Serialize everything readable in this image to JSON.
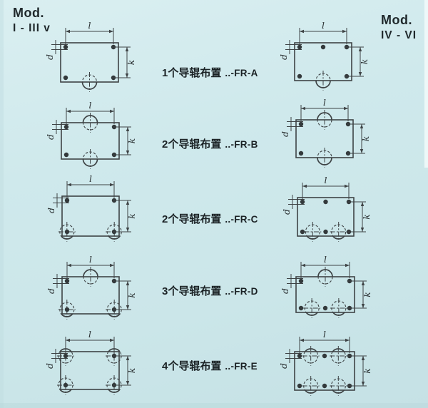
{
  "titles": {
    "left": {
      "brand": "Mod.",
      "range": "I - III v"
    },
    "right": {
      "brand": "Mod.",
      "range": "IV - VI"
    }
  },
  "dim_labels": {
    "length": "l",
    "spacing": "k",
    "diameter": "d"
  },
  "colors": {
    "background": "#cfe9ec",
    "line": "#3e4345",
    "text": "#1b2225"
  },
  "rows": [
    {
      "text": "1个导辊布置",
      "code": "..-FR-A",
      "left": {
        "dots": [
          "tl",
          "tr",
          "bl",
          "br"
        ],
        "rollers": [
          [
            "bottom",
            0.5
          ]
        ]
      },
      "right": {
        "dots": [
          "tl",
          "tc",
          "tr",
          "bl",
          "br"
        ],
        "rollers": [
          [
            "bottom",
            0.5
          ]
        ]
      }
    },
    {
      "text": "2个导辊布置",
      "code": "..-FR-B",
      "left": {
        "dots": [
          "tl",
          "tr",
          "bl",
          "br"
        ],
        "rollers": [
          [
            "top",
            0.5
          ],
          [
            "bottom",
            0.5
          ]
        ]
      },
      "right": {
        "dots": [
          "tl",
          "tr",
          "bl",
          "br"
        ],
        "rollers": [
          [
            "top",
            0.5
          ],
          [
            "bottom",
            0.5
          ]
        ]
      }
    },
    {
      "text": "2个导辊布置",
      "code": "..-FR-C",
      "left": {
        "dots": [
          "tl",
          "tr",
          "bl",
          "br"
        ],
        "rollers": [
          [
            "bottom",
            0.085
          ],
          [
            "bottom",
            0.915
          ]
        ]
      },
      "right": {
        "dots": [
          "tl",
          "tc",
          "tr",
          "bl",
          "bc",
          "br"
        ],
        "rollers": [
          [
            "bottom",
            0.27
          ],
          [
            "bottom",
            0.73
          ]
        ]
      }
    },
    {
      "text": "3个导辊布置",
      "code": "..-FR-D",
      "left": {
        "dots": [
          "tl",
          "tr",
          "bl",
          "br"
        ],
        "rollers": [
          [
            "top",
            0.5
          ],
          [
            "bottom",
            0.085
          ],
          [
            "bottom",
            0.915
          ]
        ]
      },
      "right": {
        "dots": [
          "tl",
          "tr",
          "bl",
          "bc",
          "br"
        ],
        "rollers": [
          [
            "top",
            0.5
          ],
          [
            "bottom",
            0.27
          ],
          [
            "bottom",
            0.73
          ]
        ]
      }
    },
    {
      "text": "4个导辊布置",
      "code": "..-FR-E",
      "left": {
        "dots": [
          "tl",
          "tr",
          "bl",
          "br"
        ],
        "rollers": [
          [
            "top",
            0.085
          ],
          [
            "top",
            0.915
          ],
          [
            "bottom",
            0.085
          ],
          [
            "bottom",
            0.915
          ]
        ]
      },
      "right": {
        "dots": [
          "tl",
          "tc",
          "tr",
          "bl",
          "bc",
          "br"
        ],
        "rollers": [
          [
            "top",
            0.27
          ],
          [
            "top",
            0.73
          ],
          [
            "bottom",
            0.27
          ],
          [
            "bottom",
            0.73
          ]
        ]
      }
    }
  ]
}
